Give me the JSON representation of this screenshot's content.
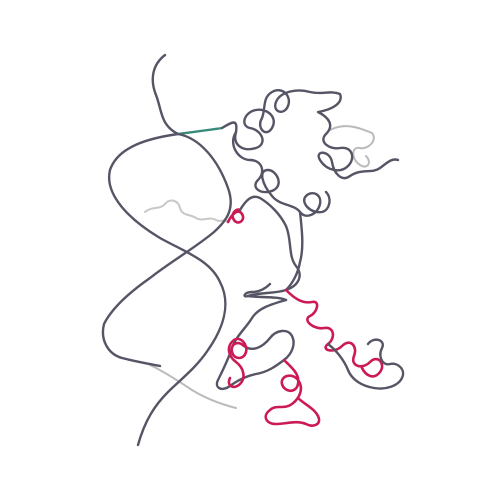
{
  "structure": {
    "segments": [
      {
        "id": "n-term-coil",
        "kind": "coil",
        "color": "#555566"
      },
      {
        "id": "green-link",
        "kind": "coil",
        "color": "#3a8a7a"
      },
      {
        "id": "upper-loop",
        "kind": "coil",
        "color": "#555566"
      },
      {
        "id": "upper-right-cluster",
        "kind": "coil",
        "color": "#555566"
      },
      {
        "id": "light-right-strand",
        "kind": "faded",
        "color": "#bbbbbb"
      },
      {
        "id": "light-left-strand",
        "kind": "faded",
        "color": "#c8c8c8"
      },
      {
        "id": "small-red-helix",
        "kind": "helix",
        "color": "#cc1a55"
      },
      {
        "id": "central-coil",
        "kind": "coil",
        "color": "#555566"
      },
      {
        "id": "lower-red-cluster",
        "kind": "helix",
        "color": "#cc1a55"
      },
      {
        "id": "lower-grey-loops",
        "kind": "coil",
        "color": "#555566"
      },
      {
        "id": "c-term-coil",
        "kind": "coil",
        "color": "#555566"
      },
      {
        "id": "light-bottom-strand",
        "kind": "faded",
        "color": "#bbbbbb"
      }
    ]
  }
}
